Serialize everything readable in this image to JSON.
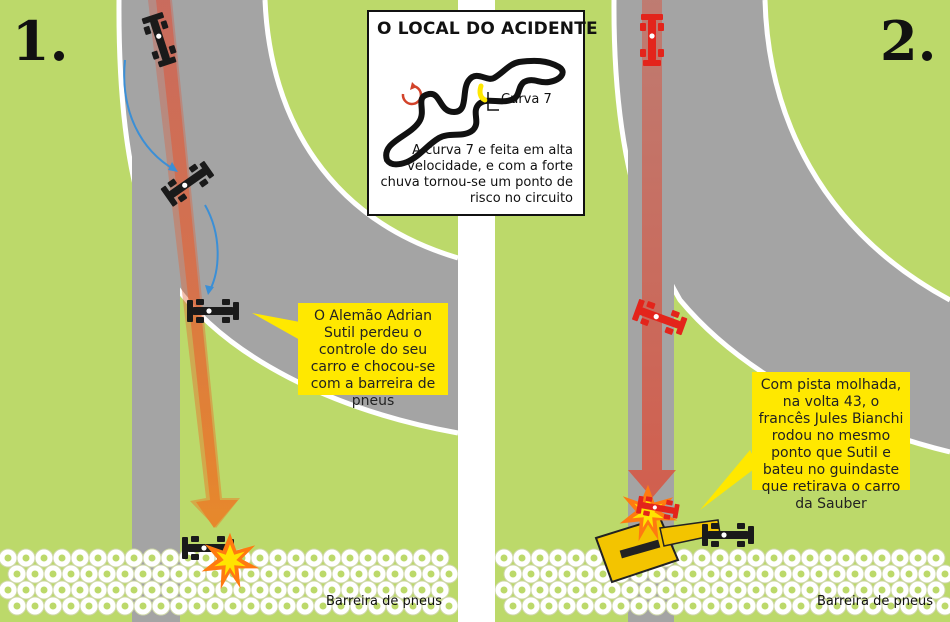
{
  "panels": [
    {
      "number": "1.",
      "barrier_label": "Barreira de pneus",
      "callout": "O Alemão Adrian Sutil perdeu o controle do seu carro e chocou-se com a barreira de pneus"
    },
    {
      "number": "2.",
      "barrier_label": "Barreira de pneus",
      "callout": "Com pista molhada, na volta 43, o francês Jules Bianchi rodou no mesmo ponto que Sutil e bateu no guindaste que retirava o carro da Sauber"
    }
  ],
  "inset": {
    "title": "O LOCAL DO ACIDENTE",
    "curve_label": "Curva 7",
    "description": "A curva 7 e feita em alta velocidade, e com a forte chuva tornou-se um ponto de risco no circuito"
  },
  "colors": {
    "grass": "#bcd96a",
    "track": "#a4a4a4",
    "highlight": "#ffe800",
    "sutil_car": "#1a1a1a",
    "bianchi_car": "#e3241b",
    "crane": "#f3c400",
    "arrow_blue": "#3b8fd6"
  }
}
